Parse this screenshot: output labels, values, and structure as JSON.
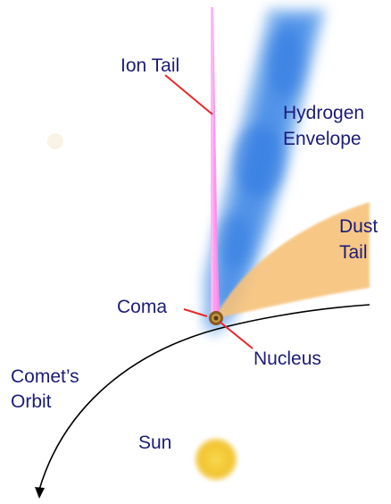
{
  "labels": {
    "ion_tail": "Ion Tail",
    "hydrogen_line1": "Hydrogen",
    "hydrogen_line2": "Envelope",
    "dust_line1": "Dust",
    "dust_line2": "Tail",
    "coma": "Coma",
    "nucleus": "Nucleus",
    "orbit_line1": "Comet’s",
    "orbit_line2": "Orbit",
    "sun": "Sun"
  },
  "colors": {
    "label_text": "#1c1c78",
    "leader_line": "#e8282a",
    "ion_tail": "#ff8ff0",
    "hydrogen_envelope": "#3d86e6",
    "dust_tail": "#f7c27a",
    "sun": "#f2c430",
    "nucleus": "#8a5a1e",
    "orbit": "#000000"
  }
}
